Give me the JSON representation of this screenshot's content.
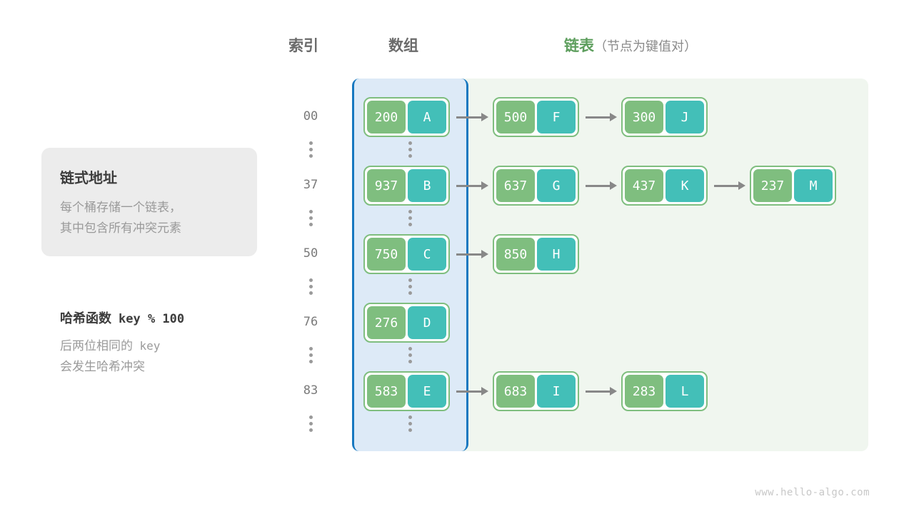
{
  "headers": {
    "index": "索引",
    "array": "数组",
    "list": "链表",
    "list_sub": "（节点为键值对）"
  },
  "info_card": {
    "title": "链式地址",
    "line1": "每个桶存储一个链表，",
    "line2": "其中包含所有冲突元素"
  },
  "hash_note": {
    "title_label": "哈希函数",
    "title_expr": "key % 100",
    "line1_text": "后两位相同的",
    "line1_code": "key",
    "line2": "会发生哈希冲突"
  },
  "colors": {
    "array_bg": "#ddeaf7",
    "array_border": "#1778c0",
    "list_bg": "#f0f6ef",
    "node_key": "#7fbe7f",
    "node_value": "#43bfb8",
    "node_border": "#7fbe7f",
    "arrow": "#888888",
    "header_text": "#6b6b6b",
    "header_list": "#5d9e5d",
    "card_bg": "#ececec",
    "muted_text": "#9a9a9a"
  },
  "rows": [
    {
      "index": "00",
      "bucket": {
        "key": "200",
        "value": "A"
      },
      "chain": [
        {
          "key": "500",
          "value": "F"
        },
        {
          "key": "300",
          "value": "J"
        }
      ]
    },
    {
      "index": "37",
      "bucket": {
        "key": "937",
        "value": "B"
      },
      "chain": [
        {
          "key": "637",
          "value": "G"
        },
        {
          "key": "437",
          "value": "K"
        },
        {
          "key": "237",
          "value": "M"
        }
      ]
    },
    {
      "index": "50",
      "bucket": {
        "key": "750",
        "value": "C"
      },
      "chain": [
        {
          "key": "850",
          "value": "H"
        }
      ]
    },
    {
      "index": "76",
      "bucket": {
        "key": "276",
        "value": "D"
      },
      "chain": []
    },
    {
      "index": "83",
      "bucket": {
        "key": "583",
        "value": "E"
      },
      "chain": [
        {
          "key": "683",
          "value": "I"
        },
        {
          "key": "283",
          "value": "L"
        }
      ]
    }
  ],
  "ellipsis_count": 6,
  "watermark": "www.hello-algo.com"
}
